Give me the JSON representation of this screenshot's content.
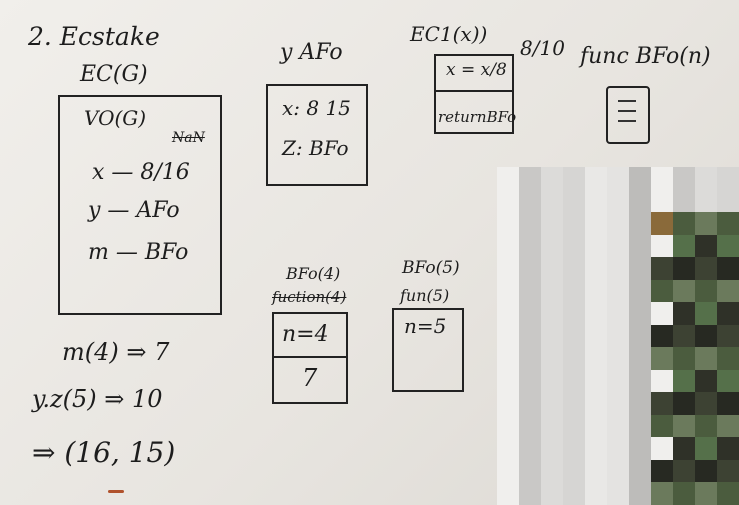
{
  "title": "2. Ecstake",
  "ec_g": {
    "label": "EC(G)",
    "rows": [
      "VO(G)",
      "x — 8/16",
      "y — AFo",
      "m — BFo"
    ],
    "struck": "NaN"
  },
  "calc": [
    "m(4) ⇒ 7",
    "y.z(5) ⇒ 10",
    "⇒ (16, 15)"
  ],
  "y_afo": {
    "label": "y AFo",
    "rows": [
      "x: 8 15",
      "Z: BFo"
    ]
  },
  "ec1": {
    "label": "EC1(x))",
    "annotation": "8/10",
    "rows": [
      "x = x/8",
      "returnBFo"
    ]
  },
  "func_bfo": {
    "label": "func BFo(n)"
  },
  "bfo4": {
    "label": "BFo(4)",
    "sublabel": "fuction(4)",
    "rows": [
      "n=4",
      "7"
    ]
  },
  "bfo5": {
    "label": "BFo(5)",
    "sublabel": "fun(5)",
    "rows": [
      "n=5"
    ]
  }
}
